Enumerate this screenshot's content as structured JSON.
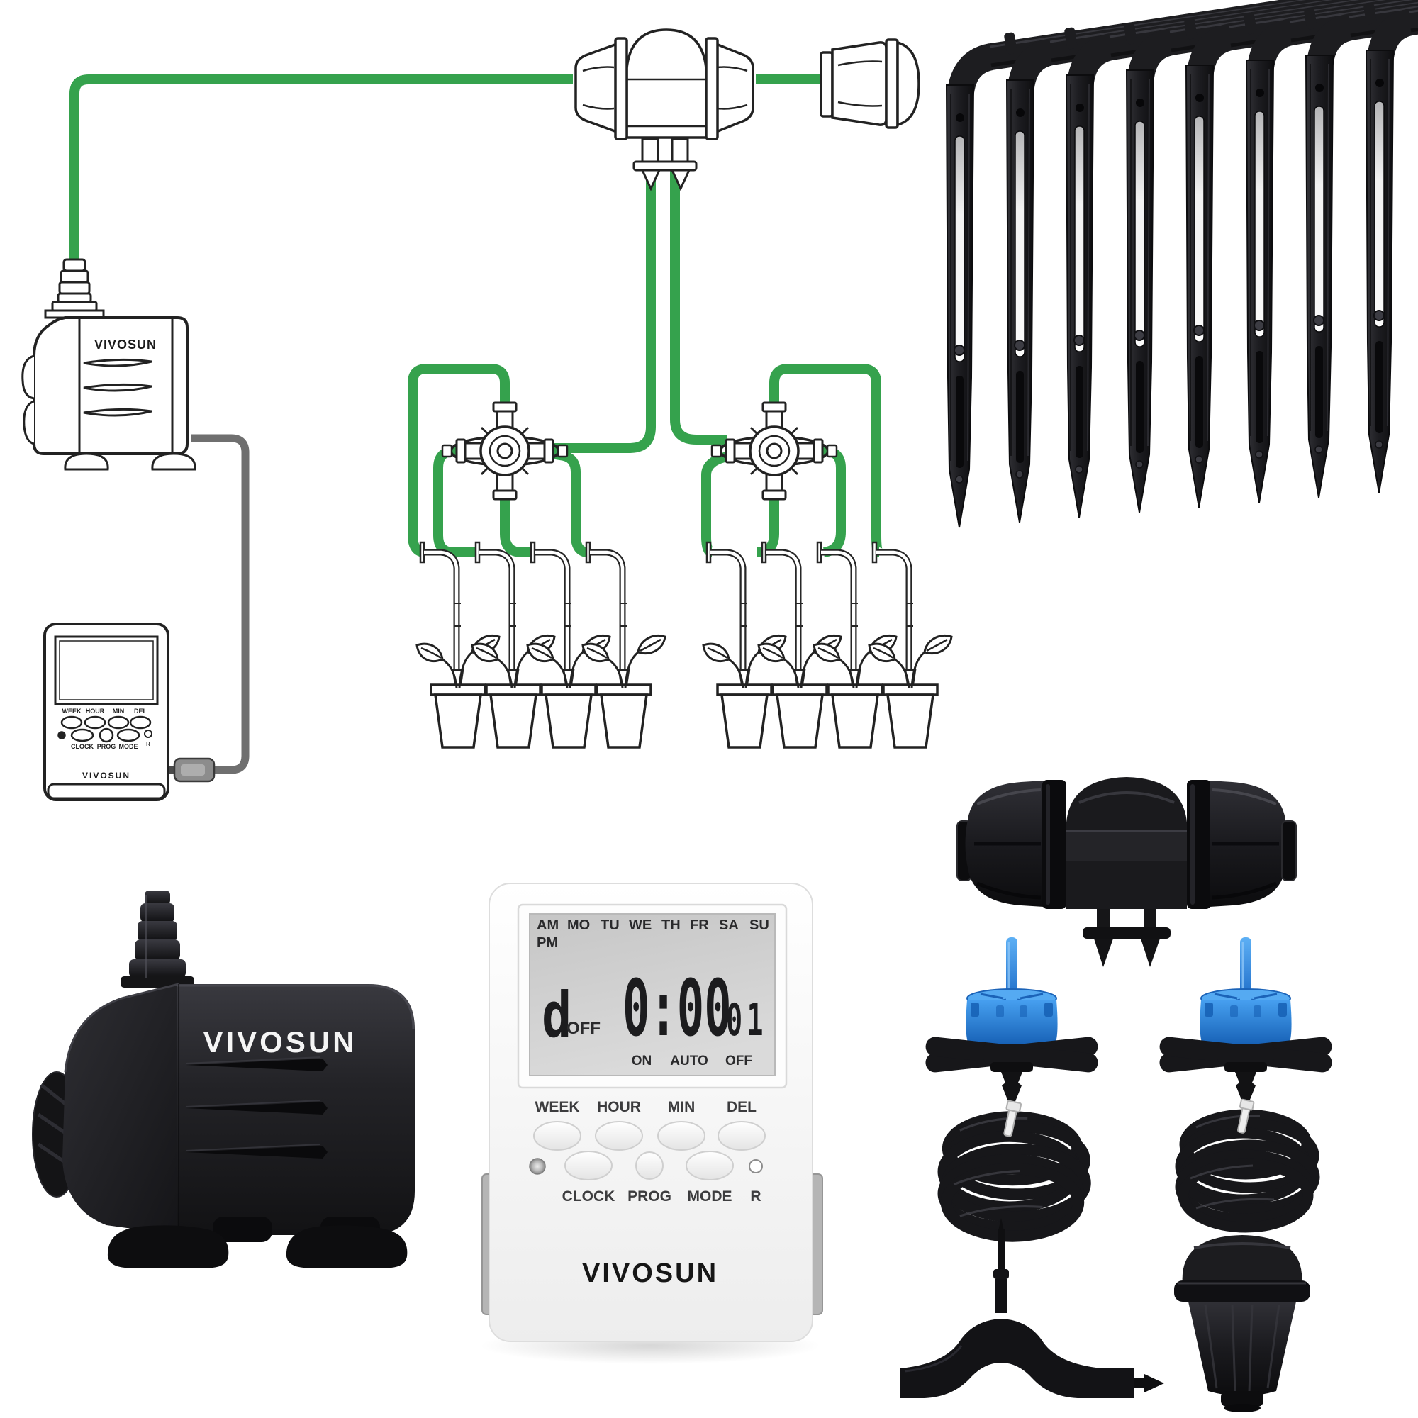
{
  "colors": {
    "tube_green": "#35A24D",
    "line_art": "#222222",
    "cord_gray": "#6F6F6F",
    "product_black": "#1A1A1D",
    "dripper_blue": "#2F8FE6",
    "timer_body_white": "#FBFBFB",
    "lcd_gray": "#D0D0D0"
  },
  "diagram": {
    "pump": {
      "brand": "VIVOSUN"
    },
    "timer": {
      "row1_buttons": [
        "WEEK",
        "HOUR",
        "MIN",
        "DEL"
      ],
      "row2_buttons": [
        "CLOCK",
        "PROG",
        "MODE"
      ],
      "reset": "R",
      "brand": "VIVOSUN"
    },
    "counts": {
      "manifolds": 2,
      "plant_pots": 8,
      "small_drip_stakes": 8
    }
  },
  "timer_device": {
    "lcd": {
      "am": "AM",
      "pm": "PM",
      "days": [
        "MO",
        "TU",
        "WE",
        "TH",
        "FR",
        "SA",
        "SU"
      ],
      "mode_char": "d",
      "mode_state": "OFF",
      "time": "0:00",
      "program": "01",
      "on": "ON",
      "auto": "AUTO",
      "off": "OFF"
    },
    "row1_labels": [
      "WEEK",
      "HOUR",
      "MIN",
      "DEL"
    ],
    "row2_labels": [
      "CLOCK",
      "PROG",
      "MODE"
    ],
    "reset_label": "R",
    "brand": "VIVOSUN"
  },
  "pump_device": {
    "brand": "VIVOSUN"
  },
  "parts": {
    "black_drip_stakes": 8,
    "tee_connector": 1,
    "pressure_drippers": 2,
    "tubing_coils": 2,
    "anchor_stake": 1,
    "end_cap": 1
  }
}
